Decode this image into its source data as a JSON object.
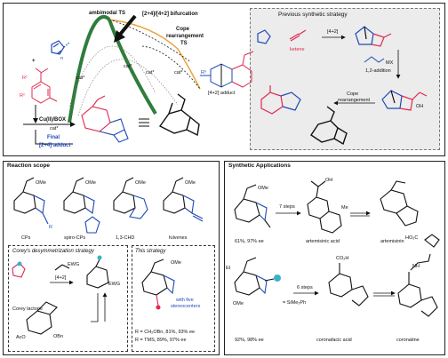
{
  "top": {
    "ambimodal_ts": "ambimodal TS",
    "bifurcation": "[2+4]/[4+2] bifurcation",
    "cope_ts_line1": "Cope",
    "cope_ts_line2": "rearrangement",
    "cope_ts_line3": "TS",
    "cat1": "cat*",
    "cat2": "cat*",
    "cat3": "cat*",
    "cat4": "cat*",
    "adduct42": "[4+2] adduct",
    "catalyst": "Cu(II)/BOX",
    "catalyst_sub": "cat*",
    "final_line1": "Final",
    "final_line2": "[2+4] adduct",
    "plus": "+",
    "r1": "R¹",
    "r2": "R²",
    "r3": "R³",
    "n": "n",
    "n_plus": "n",
    "o": "O"
  },
  "previous": {
    "title": "Previous synthetic strategy",
    "ketene": "ketene",
    "step1": "[4+2]",
    "reagent": "MX",
    "step2": "1,2-addition",
    "step3_line1": "Cope",
    "step3_line2": "rearrangement",
    "n": "n",
    "o": "O",
    "oh": "OH"
  },
  "scope": {
    "title": "Reaction scope",
    "items": [
      "CPs",
      "spiro-CPs",
      "1,3-CHD",
      "fulvenes"
    ],
    "r": "R",
    "n": "n",
    "ome": "OMe"
  },
  "corey": {
    "title": "Corey's desymmetrization strategy",
    "ewg": "EWG",
    "step": "[4+2]",
    "product_ewg": "EWG",
    "lactone": "Corey lactone",
    "aco": "AcO",
    "obn": "OBn",
    "o": "O"
  },
  "this_strategy": {
    "title": "This strategy",
    "note_line1": "with five",
    "note_line2": "stereocenters",
    "r_line1": "R = CH₂OBn, 81%, 93% ee",
    "r_line2": "R = TMS, 89%, 97% ee",
    "ome": "OMe",
    "r": "R"
  },
  "applications": {
    "title": "Synthetic Applications",
    "row1": {
      "yield": "61%, 97% ee",
      "steps": "7 steps",
      "intermediate": "artemisinic acid",
      "target": "artemisinin",
      "me": "Me",
      "ome": "OMe",
      "oh": "OH"
    },
    "row2": {
      "yield": "92%, 98% ee",
      "steps": "6 steps",
      "sphere_label": "= SiMe₂Ph",
      "intermediate": "coronafacic acid",
      "target": "coronatine",
      "et": "Et",
      "ome": "OMe",
      "co2h": "CO₂H",
      "ho2c": "HO₂C",
      "nh": "NH"
    }
  },
  "colors": {
    "red": "#e0284f",
    "blue": "#1f49b6",
    "green": "#2f7d3c",
    "orange": "#eaa23a",
    "gray_panel": "#ececec",
    "sphere": "#37b3c8"
  }
}
